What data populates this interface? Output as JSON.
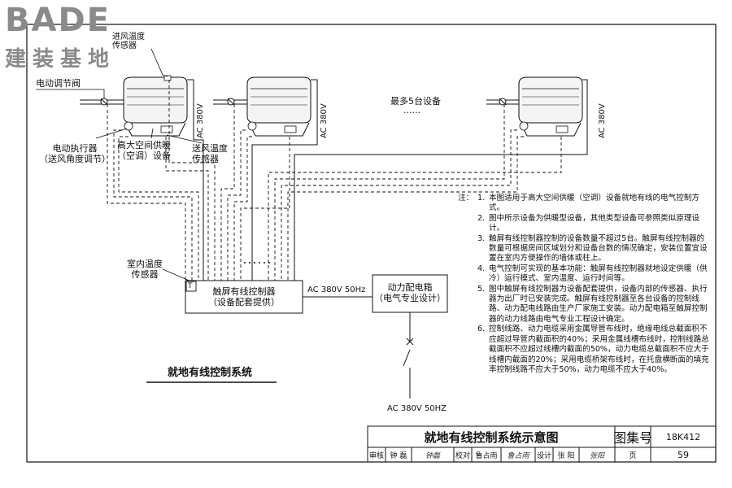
{
  "logo": {
    "latin": "BADE",
    "chinese": "建装基地"
  },
  "labels": {
    "intake_sensor": "进风温度\n传感器",
    "damper": "电动调节阀",
    "actuator": "电动执行器\n（送风角度调节）",
    "heater": "高大空间供暖\n（空调）设备",
    "supply_sensor": "送风温度\n传感器",
    "ac380_1": "AC 380V",
    "ac380_2": "AC 380V",
    "ac380_3": "AC 380V",
    "max_devices": "最多5台设备",
    "dots": "······",
    "room_sensor": "室内温度\n传感器",
    "controller": "触屏有线控制器\n（设备配套提供）",
    "sensor_t": "T",
    "feed": "AC 380V 50Hz",
    "power_box": "动力配电箱\n（电气专业设计）",
    "ac_bottom": "AC 380V 50HZ",
    "system_title": "就地有线控制系统"
  },
  "notes_prefix": "注：",
  "notes": [
    {
      "num": "1.",
      "text": "本图适用于高大空间供暖（空调）设备就地有线的电气控制方式。"
    },
    {
      "num": "2.",
      "text": "图中所示设备为供暖型设备，其他类型设备可参照类似原理设计。"
    },
    {
      "num": "3.",
      "text": "触屏有线控制器控制的设备数量不超过5台。触屏有线控制器的数量可根据房间区域划分和设备台数的情况确定，安装位置宜设置在室内方便操作的墙体或柱上。"
    },
    {
      "num": "4.",
      "text": "电气控制可实现的基本功能：触屏有线控制器就地设定供暖（供冷）运行模式、室内温度、运行时间等。"
    },
    {
      "num": "5.",
      "text": "图中触屏有线控制器为设备配套提供，设备内部的传感器、执行器为出厂时已安装完成。触屏有线控制器至各台设备的控制线路、动力配电线路由生产厂家施工安装。动力配电箱至触屏控制器的动力线路由电气专业工程设计确定。"
    },
    {
      "num": "6.",
      "text": "控制线路、动力电缆采用金属导管布线时，绝缘电线总截面积不应超过导管内截面积的40%；采用金属线槽布线时，控制线路总截面积不应超过线槽内截面的50%，动力电缆总截面积不应大于线槽内截面的20%；采用电缆桥架布线时，在托盘横断面的填充率控制线路不应大于50%，动力电缆不应大于40%。"
    }
  ],
  "title_block": {
    "title": "就地有线控制系统示意图",
    "atlas_label": "图集号",
    "atlas_no": "18K412",
    "review": "审核",
    "reviewer": "钟 磊",
    "reviewer_sig": "钟磊",
    "check": "校对",
    "checker": "鲁占雨",
    "checker_sig": "鲁占雨",
    "design": "设计",
    "designer": "张 阳",
    "designer_sig": "张阳",
    "page_label": "页",
    "page_no": "59"
  }
}
